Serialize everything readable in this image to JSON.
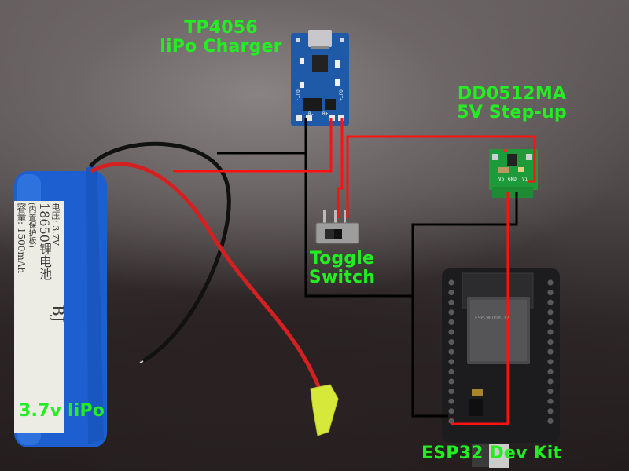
{
  "labels": {
    "charger": {
      "line1": "TP4056",
      "line2": "liPo Charger"
    },
    "stepup": {
      "line1": "DD0512MA",
      "line2": "5V Step-up"
    },
    "switch": {
      "line1": "Toggle",
      "line2": "Switch"
    },
    "battery": "3.7v liPo",
    "esp32": "ESP32 Dev Kit"
  },
  "battery": {
    "brand": "BJ",
    "model": "18650锂电池",
    "note": "(内置保护板)",
    "voltage": "电压: 3.7V",
    "capacity": "容量: 1500mAh"
  },
  "charger_pins": {
    "out_minus": "OUT-",
    "b_minus": "B-",
    "b_plus": "B+",
    "out_plus": "OUT+"
  },
  "stepup_pins": {
    "vo": "Vo",
    "gnd": "GND",
    "vi": "Vi"
  },
  "esp32_module": {
    "name": "ESP-WROOM-32"
  },
  "colors": {
    "label": "#22ee22",
    "wire_red": "#ff1111",
    "wire_black": "#000000",
    "battery_blue": "#1d5fd0",
    "pcb_blue": "#1e5aa8",
    "pcb_green": "#1f9a3a",
    "esp_board": "#1c1c1e"
  }
}
